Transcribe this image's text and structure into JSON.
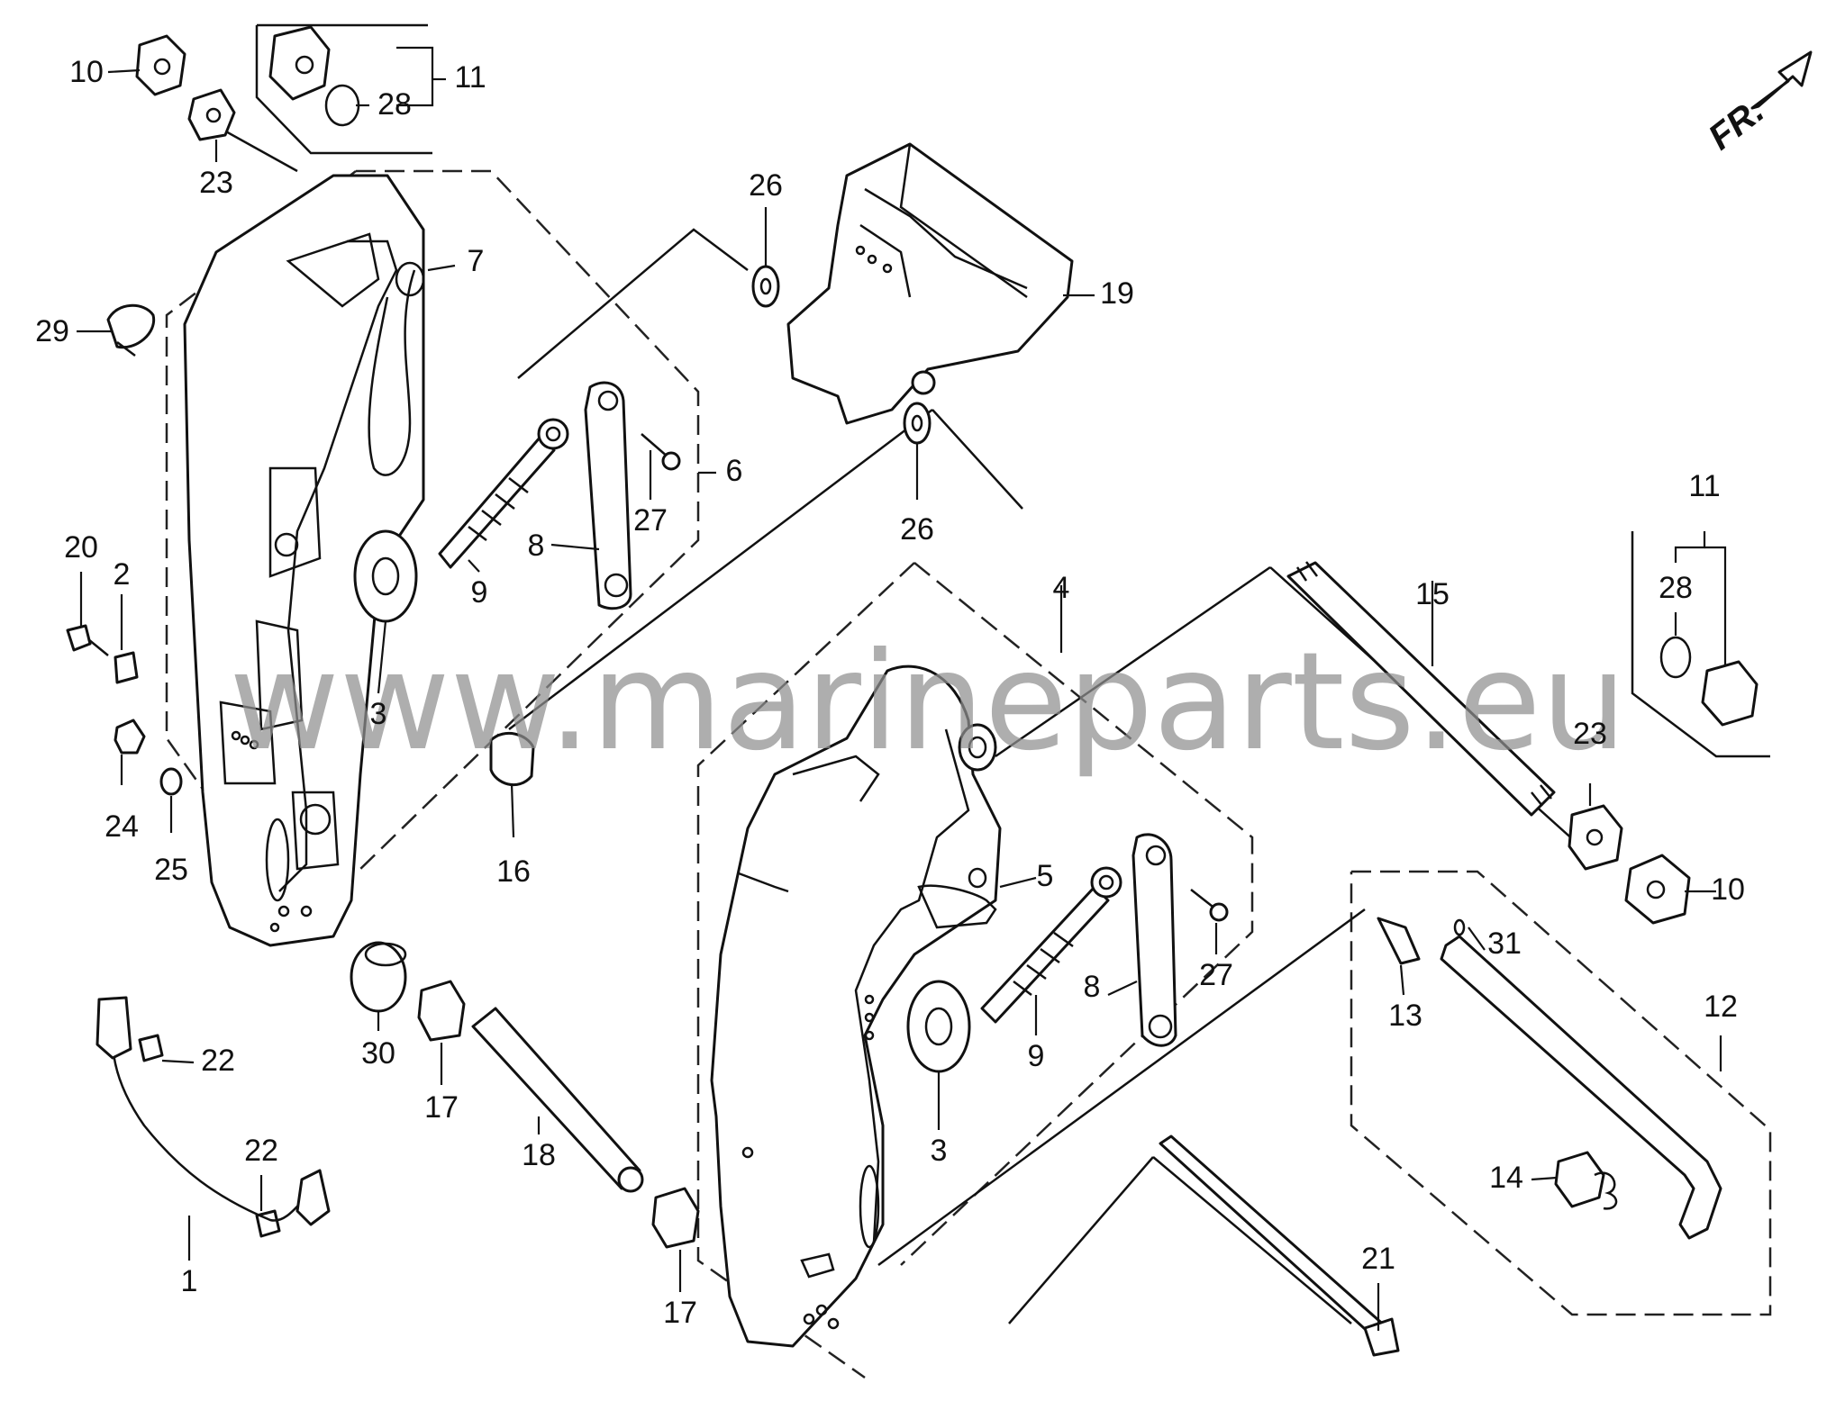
{
  "watermark": "www.marineparts.eu",
  "front_indicator": "FR.",
  "callouts": {
    "c1": "1",
    "c2": "2",
    "c3a": "3",
    "c3b": "3",
    "c4": "4",
    "c5": "5",
    "c6": "6",
    "c7": "7",
    "c8a": "8",
    "c8b": "8",
    "c9a": "9",
    "c9b": "9",
    "c10a": "10",
    "c10b": "10",
    "c11a": "11",
    "c11b": "11",
    "c12": "12",
    "c13": "13",
    "c14": "14",
    "c15": "15",
    "c16": "16",
    "c17a": "17",
    "c17b": "17",
    "c18": "18",
    "c19": "19",
    "c20": "20",
    "c21": "21",
    "c22a": "22",
    "c22b": "22",
    "c23a": "23",
    "c23b": "23",
    "c24": "24",
    "c25": "25",
    "c26a": "26",
    "c26b": "26",
    "c27a": "27",
    "c27b": "27",
    "c28a": "28",
    "c28b": "28",
    "c29": "29",
    "c30": "30",
    "c31": "31"
  }
}
